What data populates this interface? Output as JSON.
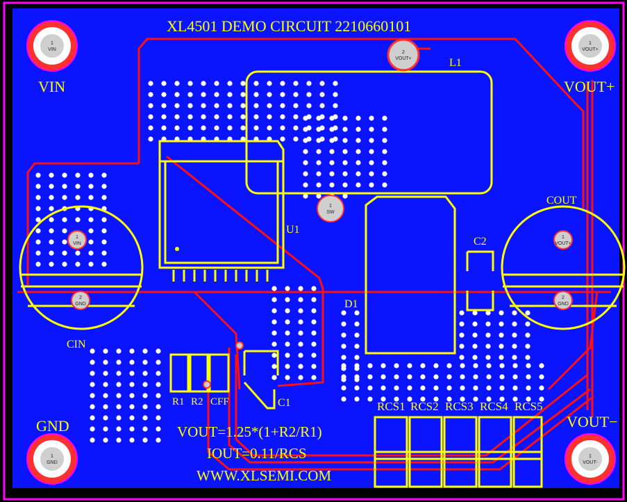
{
  "board": {
    "title": "XL4501 DEMO CIRCUIT 2210660101",
    "formula_vout": "VOUT=1.25*(1+R2/R1)",
    "formula_iout": "IOUT=0.11/RCS",
    "website": "WWW.XLSEMI.COM"
  },
  "labels": {
    "vin": "VIN",
    "vout_plus": "VOUT+",
    "vout_minus": "VOUT−",
    "gnd": "GND",
    "l1": "L1",
    "u1": "U1",
    "cout": "COUT",
    "cin": "CIN",
    "c1": "C1",
    "c2": "C2",
    "d1": "D1",
    "r1": "R1",
    "r2": "R2",
    "cff": "CFF",
    "rcs": [
      "RCS1",
      "RCS2",
      "RCS3",
      "RCS4",
      "RCS5"
    ]
  },
  "pads": {
    "vin_pin": "1",
    "vin_net": "VIN",
    "voutp_pin": "1",
    "voutp_net": "VOUT+",
    "gnd_pin": "1",
    "gnd_net": "GND",
    "voutm_pin": "1",
    "voutm_net": "VOUT-",
    "l1_pin": "2",
    "l1_net": "VOUT+",
    "sw_pin": "1",
    "sw_net": "SW",
    "cin1_pin": "1",
    "cin1_net": "VIN",
    "cin2_pin": "2",
    "cin2_net": "GND",
    "cout1_pin": "1",
    "cout1_net": "VOUT+",
    "cout2_pin": "2",
    "cout2_net": "GND"
  },
  "colors": {
    "copper": "#0a14ff",
    "trace": "#ff1010",
    "silkscreen": "#ffff00",
    "board_edge": "#ff00ff",
    "background": "#000000",
    "pad": "#cfcfcf"
  }
}
